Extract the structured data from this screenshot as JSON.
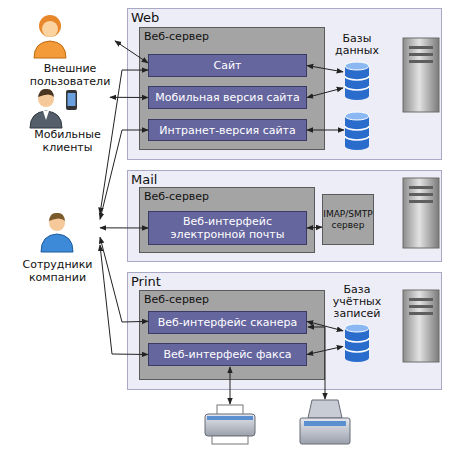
{
  "diagram": {
    "nodes": [
      {
        "text": [
          "Внешние пользователи"
        ]
      },
      {
        "text": [
          "Мобильные клиенты"
        ]
      },
      {
        "text": [
          "Сотрудники компании"
        ]
      },
      {
        "text": [
          "Web"
        ]
      },
      {
        "text": [
          "Веб-сервер"
        ],
        "in": 3
      },
      {
        "text": [
          "Сайт"
        ],
        "in": 4
      },
      {
        "text": [
          "Мобильная версия сайта"
        ],
        "in": 4
      },
      {
        "text": [
          "Интранет-версия сайта"
        ],
        "in": 4
      },
      {
        "text": [
          "Базы данных"
        ],
        "in": 3
      },
      {
        "text": [
          "Mail"
        ]
      },
      {
        "text": [
          "Веб-сервер"
        ],
        "in": 9
      },
      {
        "text": [
          "Веб-интерфейс электронной почты"
        ],
        "in": 10
      },
      {
        "text": [
          "IMAP/SMTP сервер"
        ],
        "in": 9
      },
      {
        "text": [
          "Print"
        ]
      },
      {
        "text": [
          "Веб-сервер"
        ],
        "in": 13
      },
      {
        "text": [
          "Веб-интерфейс сканера"
        ],
        "in": 14
      },
      {
        "text": [
          "Веб-интерфейс факса"
        ],
        "in": 14
      },
      {
        "text": [
          "База учётных записей"
        ],
        "in": 13
      }
    ],
    "edges": [
      {
        "from": 0,
        "to": 5,
        "arrow": "both"
      },
      {
        "from": 1,
        "to": 6,
        "arrow": "both"
      },
      {
        "from": 2,
        "to": 5,
        "arrow": "both"
      },
      {
        "from": 2,
        "to": 7,
        "arrow": "both"
      },
      {
        "from": 2,
        "to": 11,
        "arrow": "both"
      },
      {
        "from": 2,
        "to": 15,
        "arrow": "both"
      },
      {
        "from": 2,
        "to": 16,
        "arrow": "both"
      },
      {
        "from": 5,
        "to": 8,
        "arrow": "both"
      },
      {
        "from": 6,
        "to": 8,
        "arrow": "both"
      },
      {
        "from": 11,
        "to": 12,
        "arrow": "both"
      },
      {
        "from": 15,
        "to": 17,
        "arrow": "both"
      },
      {
        "from": 16,
        "to": 17,
        "arrow": "both"
      }
    ]
  }
}
